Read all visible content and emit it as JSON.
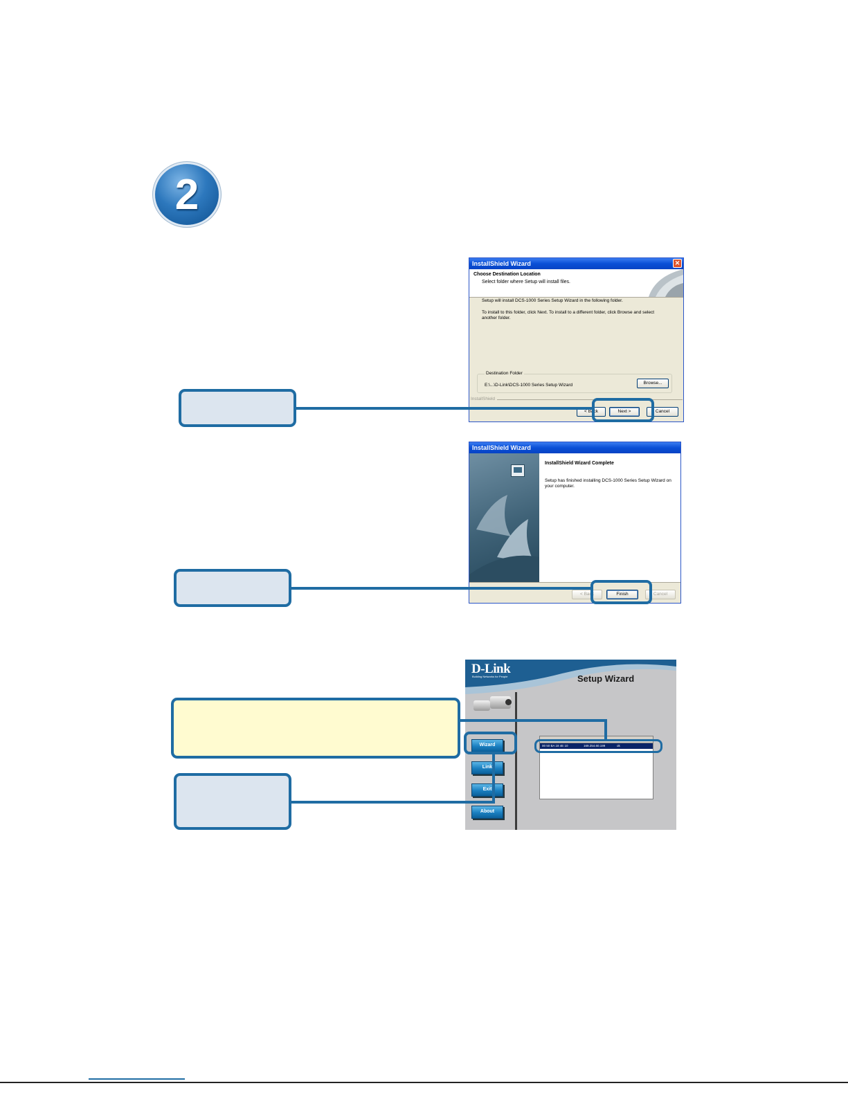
{
  "step": {
    "number": "2"
  },
  "install_dialog": {
    "title": "InstallShield Wizard",
    "close_glyph": "✕",
    "header_title": "Choose Destination Location",
    "header_sub": "Select folder where Setup will install files.",
    "line1": "Setup will install DCS-1000 Series Setup Wizard in the following folder.",
    "line2": "To install to this folder, click Next. To install to a different folder, click Browse and select",
    "line3": "another folder.",
    "dest_group_label": "Destination Folder",
    "dest_path": "E:\\...\\D-Link\\DCS-1000 Series Setup Wizard",
    "browse_label": "Browse...",
    "brand_label": "InstallShield",
    "back_label": "< Back",
    "next_label": "Next >",
    "cancel_label": "Cancel"
  },
  "complete_dialog": {
    "title": "InstallShield Wizard",
    "heading": "InstallShield Wizard Complete",
    "body_line1": "Setup has finished installing DCS-1000 Series Setup Wizard on",
    "body_line2": "your computer.",
    "back_label": "< Back",
    "finish_label": "Finish",
    "cancel_label": "Cancel"
  },
  "setup_wizard": {
    "logo": "D-Link",
    "tagline": "Building Networks for People",
    "title": "Setup Wizard",
    "buttons": {
      "wizard": "Wizard",
      "link": "Link",
      "exit": "Exit",
      "about": "About"
    },
    "row": {
      "mac": "00 50 BA 18 4E 10",
      "ip": "169.254.60.199",
      "status": "ok"
    }
  }
}
